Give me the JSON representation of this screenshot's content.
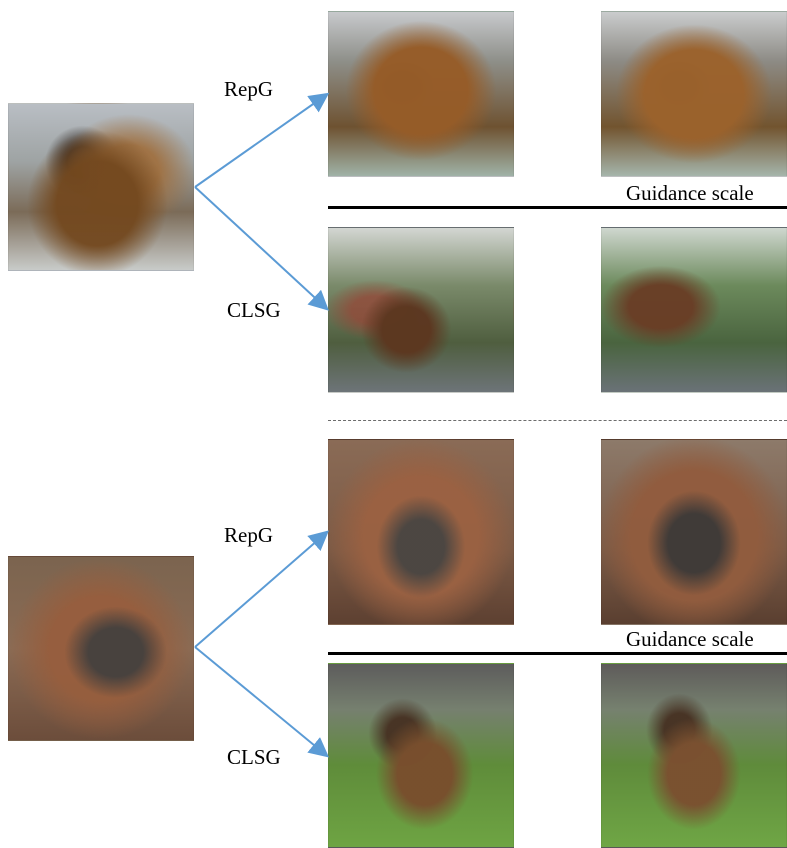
{
  "labels": {
    "repg_top": "RepG",
    "clsg_top": "CLSG",
    "repg_bottom": "RepG",
    "clsg_bottom": "CLSG",
    "guidance_scale_top": "Guidance scale",
    "guidance_scale_bottom": "Guidance scale"
  },
  "colors": {
    "arrow": "#5b9bd5",
    "separator": "#000000",
    "divider": "#6c6c6c"
  }
}
